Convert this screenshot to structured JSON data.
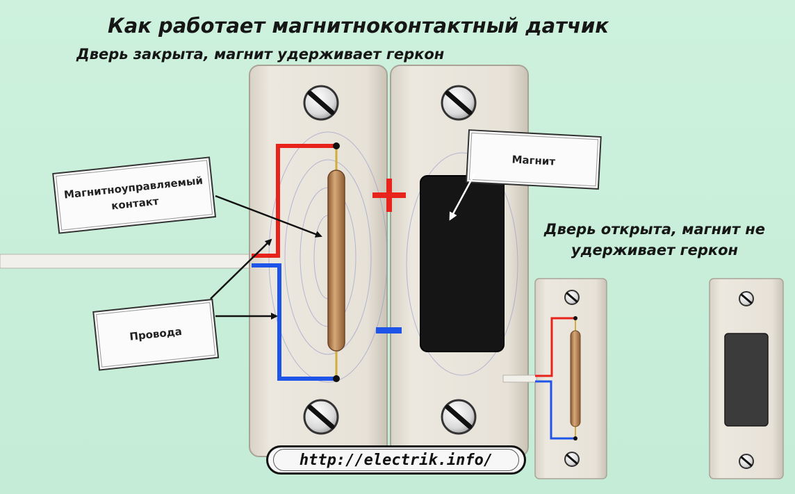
{
  "title": "Как работает магнитноконтактный датчик",
  "subtitle": "Дверь закрыта, магнит удерживает геркон",
  "labels": {
    "reed_line1": "Магнитноуправляемый",
    "reed_line2": "контакт",
    "magnet": "Магнит",
    "wires": "Провода"
  },
  "polarity": {
    "plus": "+",
    "minus": "−"
  },
  "open_state": {
    "line1": "Дверь открыта, магнит не",
    "line2": "удерживает геркон"
  },
  "url": "http://electrik.info/",
  "colors": {
    "background": "#c7eed8",
    "housing": "#e7e2d8",
    "positive_wire": "#e8231c",
    "negative_wire": "#1f54e8",
    "reed_glass": "#b98555",
    "magnet": "#151515"
  }
}
